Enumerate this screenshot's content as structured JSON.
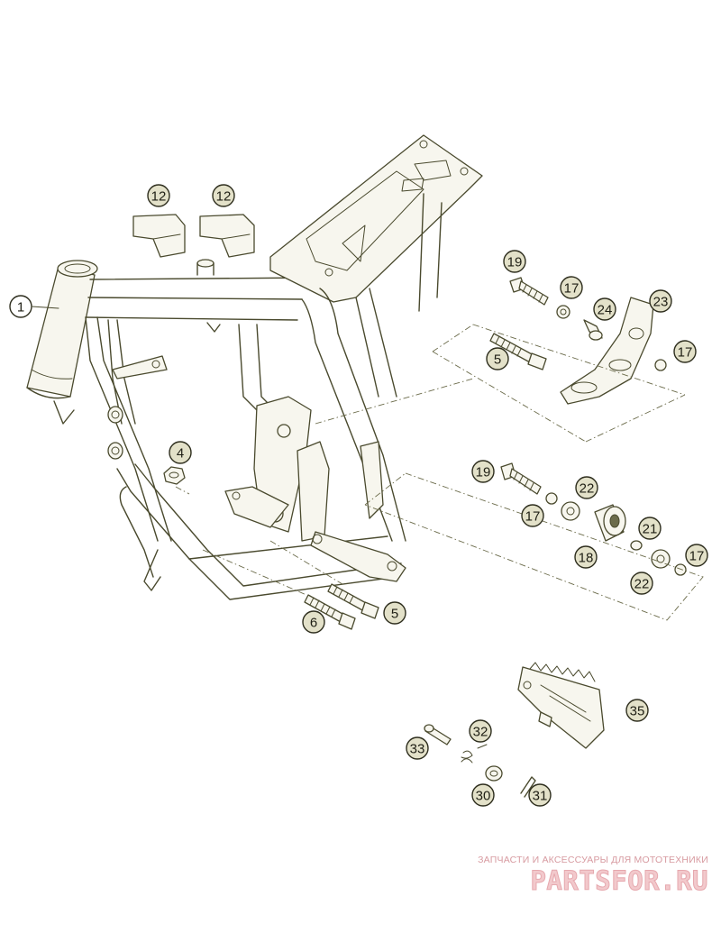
{
  "callouts": [
    {
      "id": "callout-1",
      "label": "1"
    },
    {
      "id": "callout-12a",
      "label": "12"
    },
    {
      "id": "callout-12b",
      "label": "12"
    },
    {
      "id": "callout-4",
      "label": "4"
    },
    {
      "id": "callout-5a",
      "label": "5"
    },
    {
      "id": "callout-5b",
      "label": "5"
    },
    {
      "id": "callout-6",
      "label": "6"
    },
    {
      "id": "callout-19a",
      "label": "19"
    },
    {
      "id": "callout-17a",
      "label": "17"
    },
    {
      "id": "callout-24",
      "label": "24"
    },
    {
      "id": "callout-23",
      "label": "23"
    },
    {
      "id": "callout-17b",
      "label": "17"
    },
    {
      "id": "callout-19b",
      "label": "19"
    },
    {
      "id": "callout-22a",
      "label": "22"
    },
    {
      "id": "callout-17c",
      "label": "17"
    },
    {
      "id": "callout-18",
      "label": "18"
    },
    {
      "id": "callout-21",
      "label": "21"
    },
    {
      "id": "callout-22b",
      "label": "22"
    },
    {
      "id": "callout-17d",
      "label": "17"
    },
    {
      "id": "callout-35",
      "label": "35"
    },
    {
      "id": "callout-32",
      "label": "32"
    },
    {
      "id": "callout-33",
      "label": "33"
    },
    {
      "id": "callout-30",
      "label": "30"
    },
    {
      "id": "callout-31",
      "label": "31"
    }
  ],
  "watermark": {
    "tagline": "ЗАПЧАСТИ И АКСЕССУАРЫ ДЛЯ МОТОТЕХНИКИ",
    "logo": "PARTSFOR.RU"
  },
  "colors": {
    "line": "#4a4a2e",
    "watermark": "#e6a8ae"
  }
}
